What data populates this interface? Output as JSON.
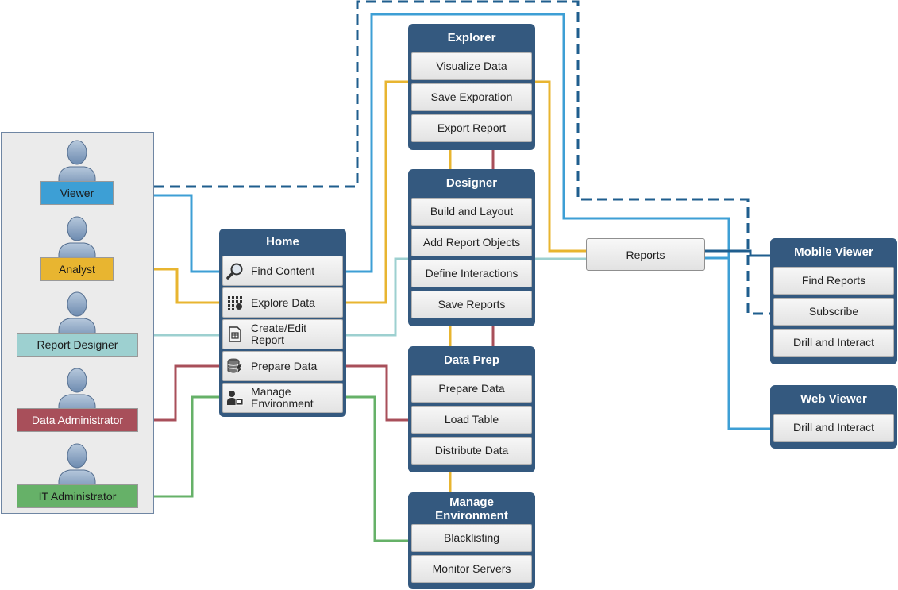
{
  "users": {
    "viewer": "Viewer",
    "analyst": "Analyst",
    "report_designer": "Report Designer",
    "data_administrator": "Data Administrator",
    "it_administrator": "IT Administrator"
  },
  "home": {
    "title": "Home",
    "items": [
      "Find Content",
      "Explore Data",
      "Create/Edit Report",
      "Prepare Data",
      "Manage Environment"
    ]
  },
  "explorer": {
    "title": "Explorer",
    "items": [
      "Visualize Data",
      "Save Exporation",
      "Export Report"
    ]
  },
  "designer": {
    "title": "Designer",
    "items": [
      "Build and Layout",
      "Add Report Objects",
      "Define Interactions",
      "Save Reports"
    ]
  },
  "data_prep": {
    "title": "Data Prep",
    "items": [
      "Prepare Data",
      "Load Table",
      "Distribute Data"
    ]
  },
  "manage_env": {
    "title": "Manage Environment",
    "items": [
      "Blacklisting",
      "Monitor Servers"
    ]
  },
  "reports": {
    "label": "Reports"
  },
  "mobile_viewer": {
    "title": "Mobile Viewer",
    "items": [
      "Find Reports",
      "Subscribe",
      "Drill and Interact"
    ]
  },
  "web_viewer": {
    "title": "Web Viewer",
    "items": [
      "Drill and Interact"
    ]
  },
  "colors": {
    "box": "#34597f",
    "viewer": "#3d9fd5",
    "analyst": "#e8b530",
    "report_designer": "#9dd0d0",
    "data_administrator": "#a84f5a",
    "it_administrator": "#66b168",
    "dashed": "#1f5e8e",
    "reports_link": "#1f5e8e"
  },
  "icons": {
    "find_content": "magnifier-icon",
    "explore_data": "grid-chart-icon",
    "create_edit_report": "report-document-icon",
    "prepare_data": "database-lightning-icon",
    "manage_environment": "admin-user-icon",
    "user": "user-silhouette-icon"
  }
}
